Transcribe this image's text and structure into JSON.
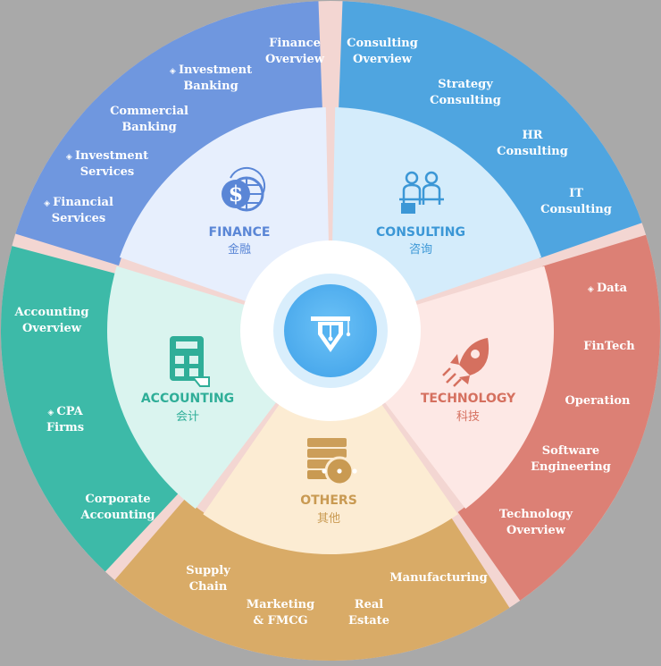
{
  "colors": {
    "background": "#a9a9a9",
    "finance": "#6f97df",
    "consulting": "#4fa5e0",
    "technology": "#dc8075",
    "others": "#d9ab67",
    "accounting": "#3dbaa8",
    "hub": "#55b3f1"
  },
  "segments": [
    {
      "id": "finance",
      "title": "FINANCE",
      "subtitle": "金融",
      "icon": "dollar-globe-icon",
      "items": [
        {
          "lines": [
            "Finance",
            "Overview"
          ],
          "diamond": false
        },
        {
          "lines": [
            "Investment",
            "Banking"
          ],
          "diamond": true
        },
        {
          "lines": [
            "Commercial",
            "Banking"
          ],
          "diamond": false
        },
        {
          "lines": [
            "Investment",
            "Services"
          ],
          "diamond": true
        },
        {
          "lines": [
            "Financial",
            "Services"
          ],
          "diamond": true
        }
      ]
    },
    {
      "id": "consulting",
      "title": "CONSULTING",
      "subtitle": "咨询",
      "icon": "consultants-icon",
      "items": [
        {
          "lines": [
            "Consulting",
            "Overview"
          ],
          "diamond": false
        },
        {
          "lines": [
            "Strategy",
            "Consulting"
          ],
          "diamond": false
        },
        {
          "lines": [
            "HR",
            "Consulting"
          ],
          "diamond": false
        },
        {
          "lines": [
            "IT",
            "Consulting"
          ],
          "diamond": false
        }
      ]
    },
    {
      "id": "technology",
      "title": "TECHNOLOGY",
      "subtitle": "科技",
      "icon": "rocket-icon",
      "items": [
        {
          "lines": [
            "Data"
          ],
          "diamond": true
        },
        {
          "lines": [
            "FinTech"
          ],
          "diamond": false
        },
        {
          "lines": [
            "Operation"
          ],
          "diamond": false
        },
        {
          "lines": [
            "Software",
            "Engineering"
          ],
          "diamond": false
        },
        {
          "lines": [
            "Technology",
            "Overview"
          ],
          "diamond": false
        }
      ]
    },
    {
      "id": "others",
      "title": "OTHERS",
      "subtitle": "其他",
      "icon": "server-chat-icon",
      "items": [
        {
          "lines": [
            "Manufacturing"
          ],
          "diamond": false
        },
        {
          "lines": [
            "Real",
            "Estate"
          ],
          "diamond": false
        },
        {
          "lines": [
            "Marketing",
            "& FMCG"
          ],
          "diamond": false
        },
        {
          "lines": [
            "Supply",
            "Chain"
          ],
          "diamond": false
        }
      ]
    },
    {
      "id": "accounting",
      "title": "ACCOUNTING",
      "subtitle": "会计",
      "icon": "calculator-icon",
      "items": [
        {
          "lines": [
            "Corporate",
            "Accounting"
          ],
          "diamond": false
        },
        {
          "lines": [
            "CPA",
            "Firms"
          ],
          "diamond": true
        },
        {
          "lines": [
            "Accounting",
            "Overview"
          ],
          "diamond": false
        }
      ]
    }
  ],
  "center": {
    "icon": "fountain-pen-graduation-icon"
  }
}
